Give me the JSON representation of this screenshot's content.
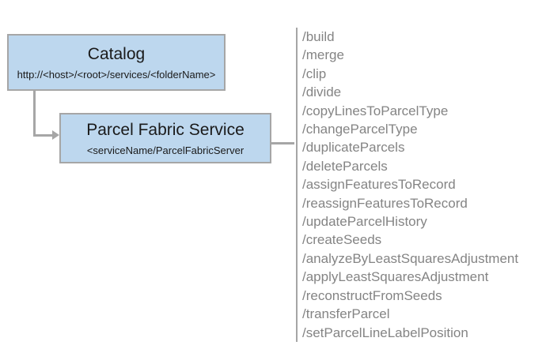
{
  "diagram": {
    "catalog_box": {
      "title": "Catalog",
      "subtitle": "http://<host>/<root>/services/<folderName>"
    },
    "service_box": {
      "title": "Parcel Fabric Service",
      "subtitle": "<serviceName/ParcelFabricServer"
    },
    "endpoints": [
      "/build",
      "/merge",
      "/clip",
      "/divide",
      "/copyLinesToParcelType",
      "/changeParcelType",
      "/duplicateParcels",
      "/deleteParcels",
      "/assignFeaturesToRecord",
      "/reassignFeaturesToRecord",
      "/updateParcelHistory",
      "/createSeeds",
      "/analyzeByLeastSquaresAdjustment",
      "/applyLeastSquaresAdjustment",
      "/reconstructFromSeeds",
      "/transferParcel",
      "/setParcelLineLabelPosition"
    ],
    "colors": {
      "box_fill": "#BDD7EE",
      "box_border": "#A6A6A6",
      "connector": "#A6A6A6",
      "endpoint_text": "#848484",
      "title_text": "#1A1A1A",
      "background": "#FFFFFF"
    }
  }
}
